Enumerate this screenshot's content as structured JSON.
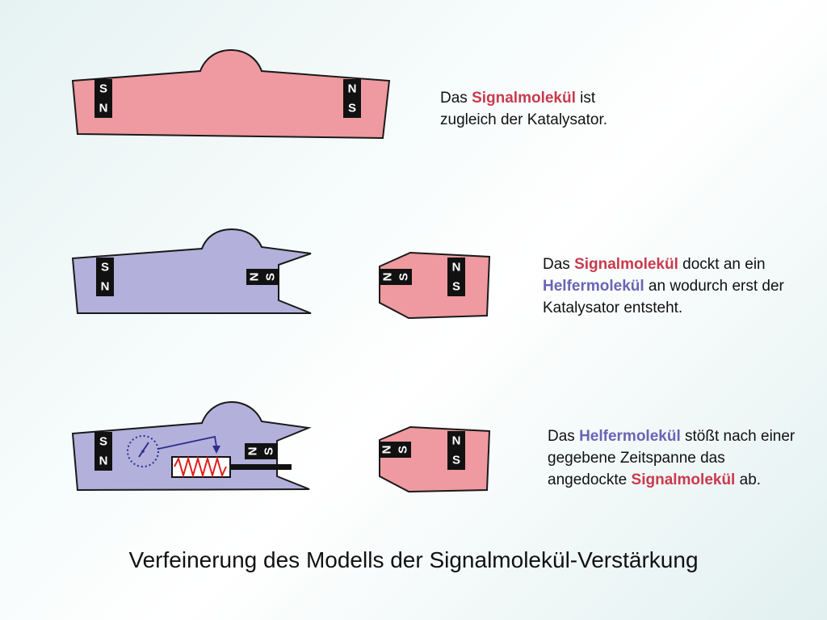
{
  "title": "Verfeinerung des Modells der Signalmolekül-Verstärkung",
  "colors": {
    "signal_molecule": "#ee9aa0",
    "helper_molecule": "#b4b0dc",
    "signal_highlight": "#c93a4c",
    "helper_highlight": "#6b63b5",
    "magnet": "#111111",
    "spring": "#e01e1e",
    "gauge": "#2d2d8c"
  },
  "magnet_labels": {
    "north": "N",
    "south": "S"
  },
  "captions": [
    {
      "parts": [
        {
          "text": "Das ",
          "style": "plain"
        },
        {
          "text": "Signalmolekül",
          "style": "signal"
        },
        {
          "text": " ist zugleich der Katalysator.",
          "style": "plain"
        }
      ]
    },
    {
      "parts": [
        {
          "text": "Das ",
          "style": "plain"
        },
        {
          "text": "Signalmolekül",
          "style": "signal"
        },
        {
          "text": " dockt an ein ",
          "style": "plain"
        },
        {
          "text": "Helfermolekül",
          "style": "helper"
        },
        {
          "text": " an wodurch erst der Katalysator entsteht.",
          "style": "plain"
        }
      ]
    },
    {
      "parts": [
        {
          "text": "Das ",
          "style": "plain"
        },
        {
          "text": "Helfermolekül",
          "style": "helper"
        },
        {
          "text": " stößt nach einer gegebene Zeitspanne das angedockte ",
          "style": "plain"
        },
        {
          "text": "Signalmolekül",
          "style": "signal"
        },
        {
          "text": " ab.",
          "style": "plain"
        }
      ]
    }
  ],
  "icons": {
    "timer": "dial-gauge-icon",
    "spring": "compressed-spring-icon",
    "arrow": "arrow-icon"
  }
}
